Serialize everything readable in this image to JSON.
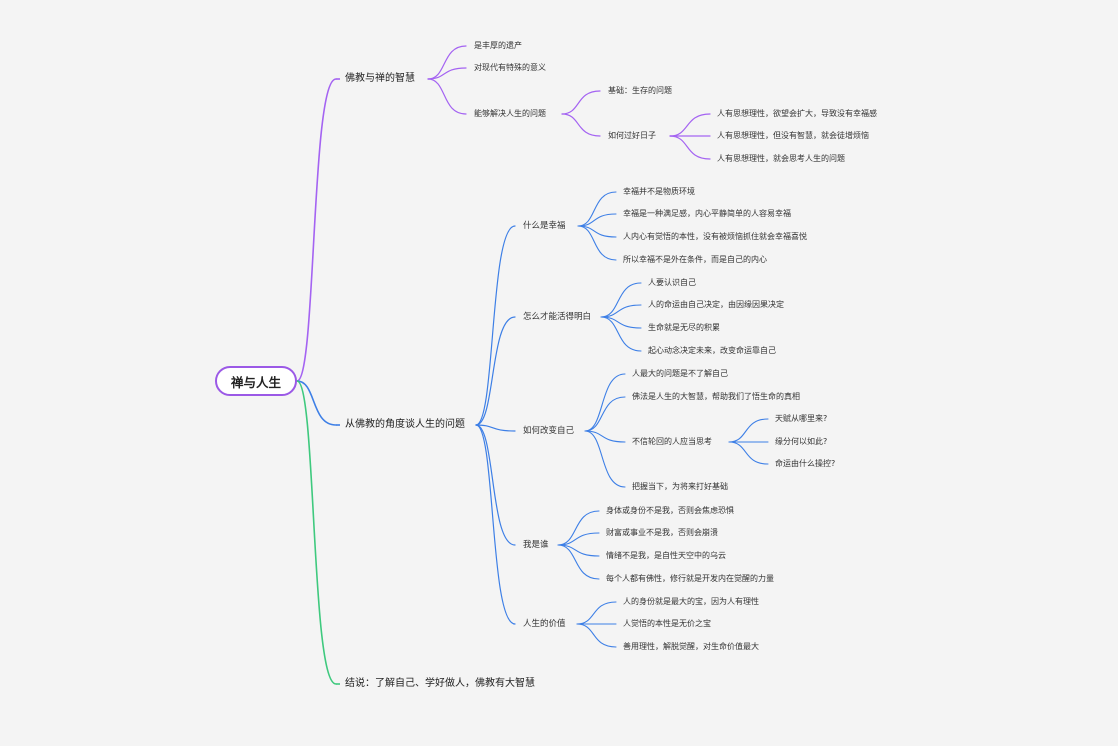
{
  "root": "禅与人生",
  "colors": {
    "purple": "#a463f2",
    "blue": "#3d7fe6",
    "green": "#3ec97e",
    "root_border": "#9b59e6"
  },
  "branch1": {
    "title": "佛教与禅的智慧",
    "items": [
      "是丰厚的遗产",
      "对现代有特殊的意义",
      "能够解决人生的问题"
    ],
    "solve": {
      "items": [
        "基础：生存的问题",
        "如何过好日子"
      ],
      "good_life": [
        "人有思想理性，欲望会扩大，导致没有幸福感",
        "人有思想理性，但没有智慧，就会徒增烦恼",
        "人有思想理性，就会思考人生的问题"
      ]
    }
  },
  "branch2": {
    "title": "从佛教的角度谈人生的问题",
    "happiness": {
      "title": "什么是幸福",
      "items": [
        "幸福并不是物质环境",
        "幸福是一种满足感，内心平静简单的人容易幸福",
        "人内心有觉悟的本性，没有被烦恼抓住就会幸福喜悦",
        "所以幸福不是外在条件，而是自己的内心"
      ]
    },
    "clarity": {
      "title": "怎么才能活得明白",
      "items": [
        "人要认识自己",
        "人的命运由自己决定，由因缘因果决定",
        "生命就是无尽的积累",
        "起心动念决定未来，改变命运靠自己"
      ]
    },
    "change": {
      "title": "如何改变自己",
      "items": [
        "人最大的问题是不了解自己",
        "佛法是人生的大智慧，帮助我们了悟生命的真相",
        "不信轮回的人应当思考",
        "把握当下，为将来打好基础"
      ],
      "reincarnation": [
        "天赋从哪里来?",
        "缘分何以如此?",
        "命运由什么操控?"
      ]
    },
    "who": {
      "title": "我是谁",
      "items": [
        "身体或身份不是我，否则会焦虑恐惧",
        "财富或事业不是我，否则会崩溃",
        "情绪不是我，是自性天空中的乌云",
        "每个人都有佛性，修行就是开发内在觉醒的力量"
      ]
    },
    "value": {
      "title": "人生的价值",
      "items": [
        "人的身份就是最大的宝，因为人有理性",
        "人觉悟的本性是无价之宝",
        "善用理性，解脱觉醒，对生命价值最大"
      ]
    }
  },
  "branch3": {
    "title": "结说：了解自己、学好做人，佛教有大智慧"
  }
}
